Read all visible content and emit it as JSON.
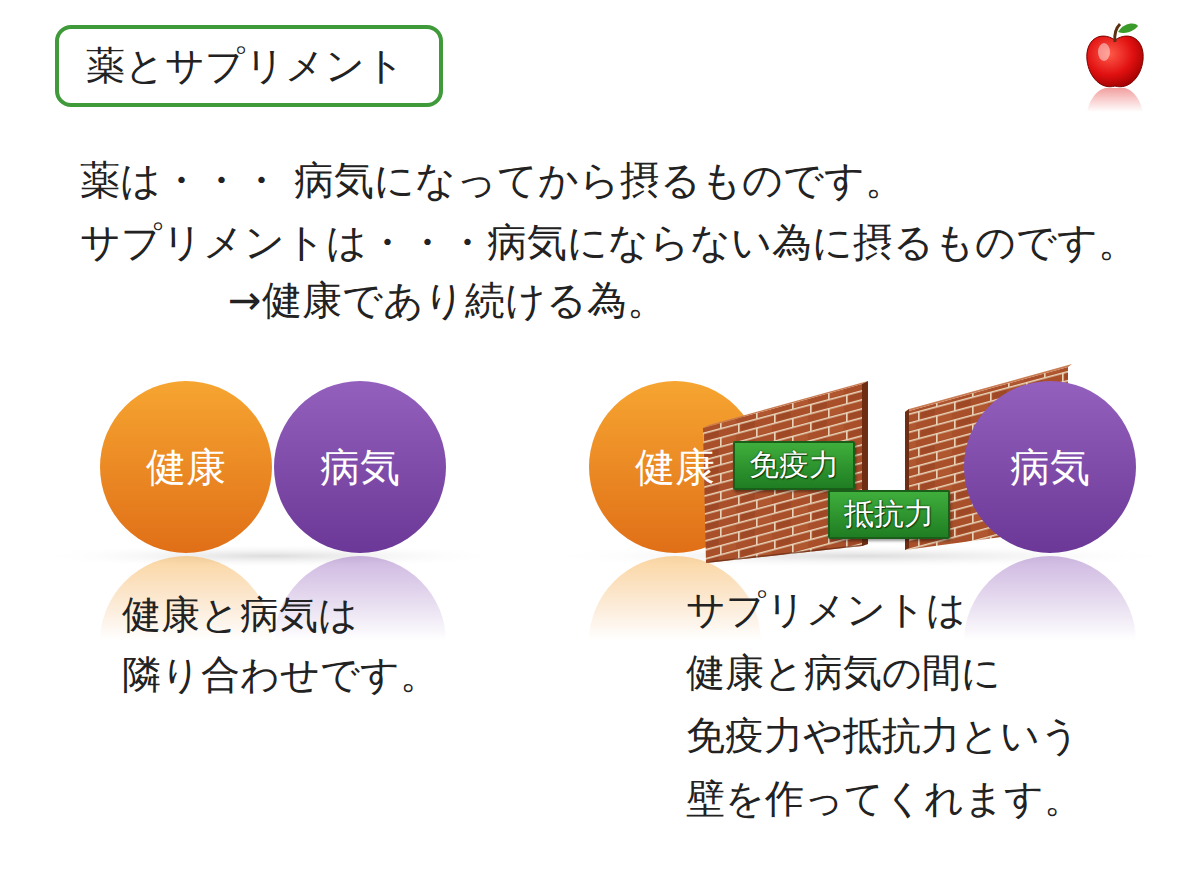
{
  "diagram": {
    "title": "薬とサプリメント",
    "nodes": [
      {
        "text": [
          "健康"
        ]
      },
      {
        "text": [
          "病気"
        ]
      },
      {
        "text": [
          "健康"
        ]
      },
      {
        "text": [
          "免疫力"
        ]
      },
      {
        "text": [
          "抵抗力"
        ]
      },
      {
        "text": [
          "病気"
        ]
      }
    ],
    "labels": [
      "薬は・・・ 病気になってから摂るものです。",
      "サプリメントは・・・病気にならない為に摂るものです。",
      "→健康であり続ける為。",
      "健康と病気は 隣り合わせです。",
      "サプリメントは 健康と病気の間に 免疫力や抵抗力という 壁を作ってくれます。"
    ]
  }
}
